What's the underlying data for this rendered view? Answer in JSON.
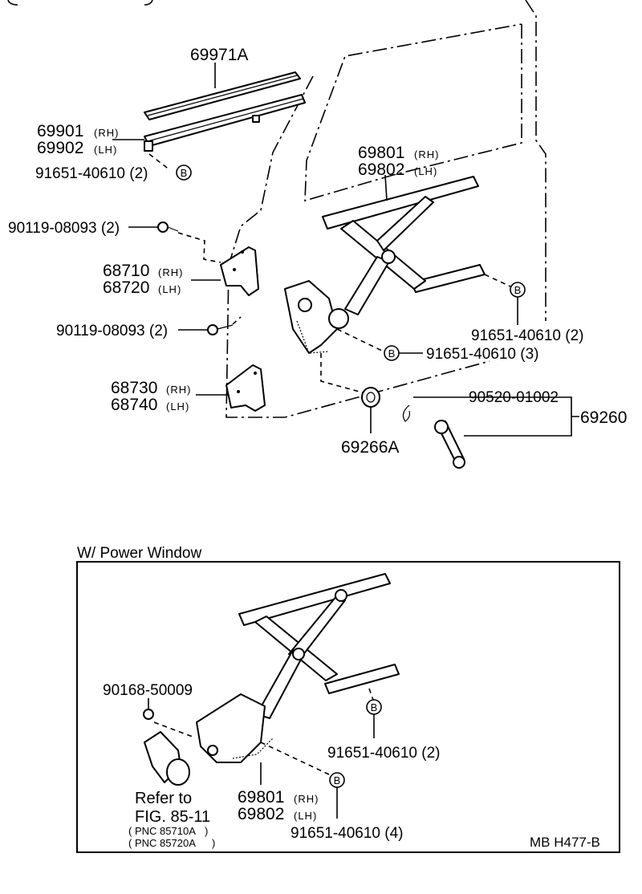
{
  "callouts": {
    "p69971a": "69971A",
    "p69901": "69901",
    "p69902": "69902",
    "p91651_a": "91651-40610 (2)",
    "p90119_a": "90119-08093 (2)",
    "p69801": "69801",
    "p69802": "69802",
    "p68710": "68710",
    "p68720": "68720",
    "p90119_b": "90119-08093 (2)",
    "p91651_b": "91651-40610 (2)",
    "p91651_c": "91651-40610 (3)",
    "p68730": "68730",
    "p68740": "68740",
    "p90520": "90520-01002",
    "p69260": "69260",
    "p69266a": "69266A"
  },
  "side": {
    "rh": "(RH)",
    "lh": "(LH)"
  },
  "marker": "B",
  "inset": {
    "title": "W/ Power Window",
    "p90168": "90168-50009",
    "p91651_d": "91651-40610 (2)",
    "p69801": "69801",
    "p69802": "69802",
    "p91651_e": "91651-40610 (4)",
    "refer1": "Refer to",
    "refer2": "FIG. 85-11",
    "pnc1": "PNC 85710A",
    "pnc2": "PNC 85720A"
  },
  "code": "MB  H477-B"
}
